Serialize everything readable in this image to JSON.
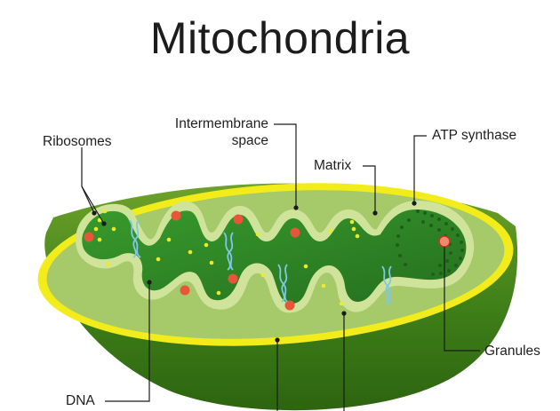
{
  "title": "Mitochondria",
  "labels": {
    "ribosomes": "Ribosomes",
    "intermembrane_line1": "Intermembrane",
    "intermembrane_line2": "space",
    "matrix": "Matrix",
    "atp_synthase": "ATP synthase",
    "granules": "Granules",
    "dna": "DNA"
  },
  "colors": {
    "outer_green": "#4a8a1c",
    "outer_membrane": "#f2ec1a",
    "intermembrane": "#a6c96a",
    "cristae": "#2f8a2a",
    "inner_membrane": "#cfe39a",
    "granule": "#e8553a",
    "dna": "#7ec8e8",
    "ribosome": "#ecea2a"
  }
}
